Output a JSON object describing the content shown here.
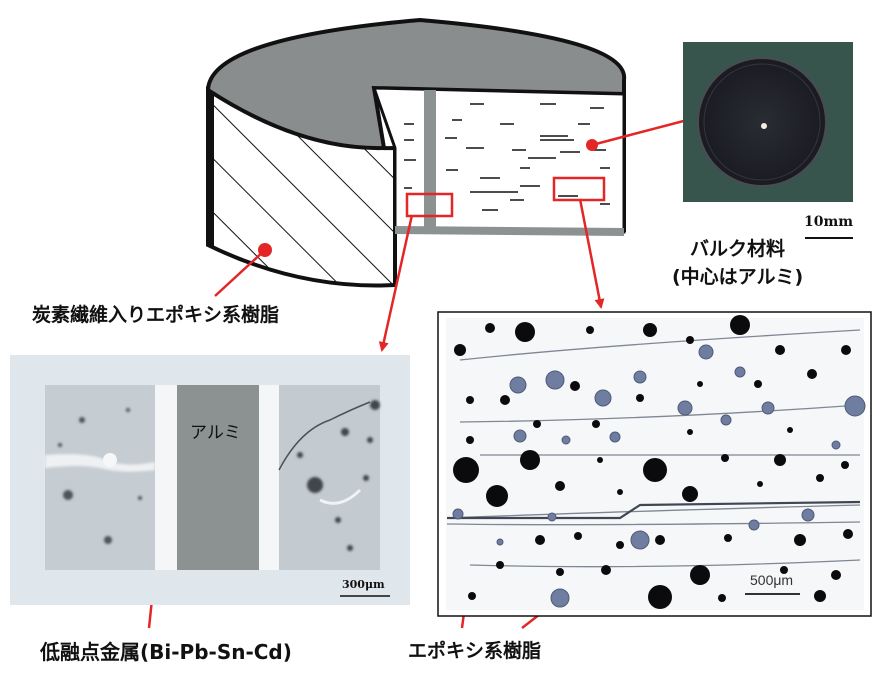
{
  "labels": {
    "resin": "炭素繊維入りエポキシ系樹脂",
    "bulk_line1": "バルク材料",
    "bulk_line2": "(中心はアルミ)",
    "photo_scale": "10mm",
    "aluminum": "アルミ",
    "micro_left_scale": "300μm",
    "micro_right_scale": "500μm",
    "low_melting_metal": "低融点金属(Bi-Pb-Sn-Cd)",
    "epoxy": "エポキシ系樹脂"
  },
  "colors": {
    "cylinder_top": "#8a8d8e",
    "aluminum": "#8c9191",
    "arrow": "#e32626",
    "micro_bg": "#dfe6ec",
    "photo_bg": "#3c5a52"
  }
}
